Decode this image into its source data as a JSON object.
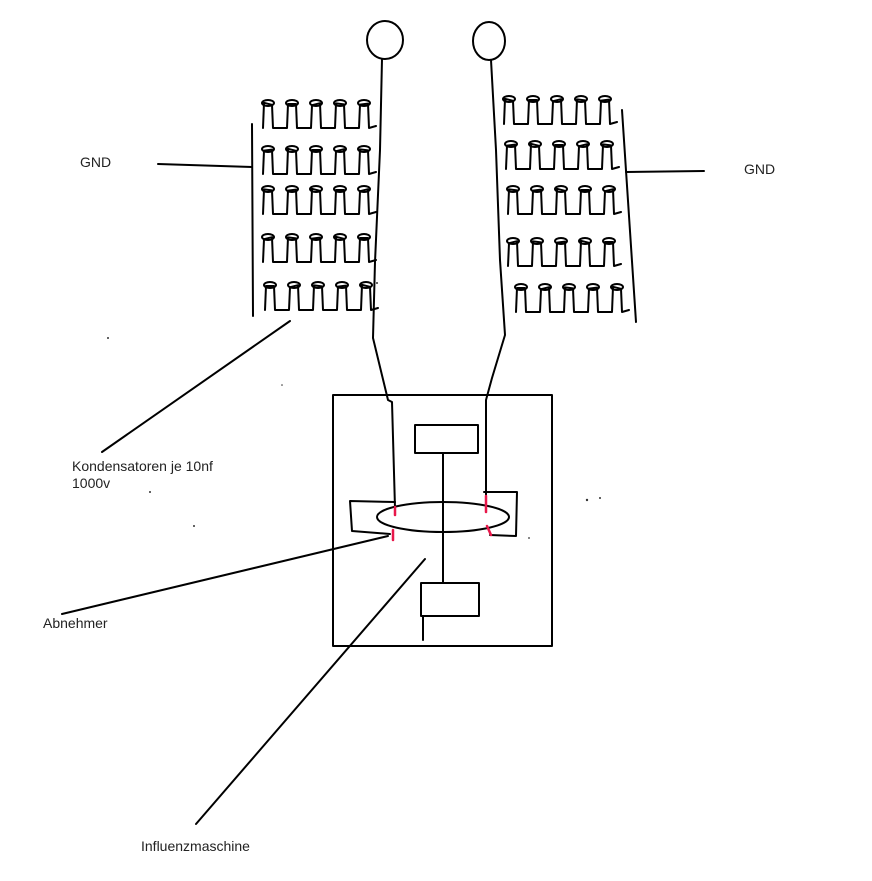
{
  "labels": {
    "gnd_left": "GND",
    "gnd_right": "GND",
    "capacitors": "Kondensatoren je 10nf\n1000v",
    "pickup": "Abnehmer",
    "machine": "Influenzmaschine"
  },
  "colors": {
    "stroke": "#000000",
    "pickup_mark": "#e8174a",
    "text": "#222222"
  }
}
